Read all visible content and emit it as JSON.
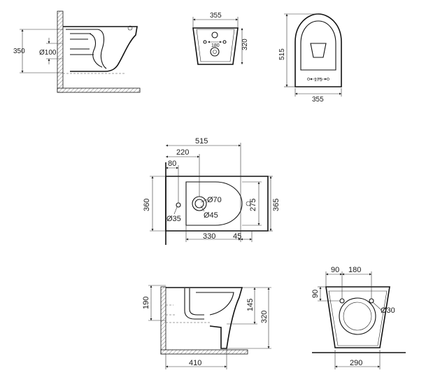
{
  "views": {
    "side_top": {
      "height": "350",
      "pipe": "Ø100"
    },
    "back": {
      "width": "355",
      "height": "320",
      "hole_spacing": "180"
    },
    "top": {
      "length": "515",
      "width": "355",
      "seat_holes": "175"
    },
    "plan": {
      "overall": "515",
      "to_tap": "220",
      "to_waste": "80",
      "overflow_dia": "Ø35",
      "tap_outer": "Ø70",
      "tap_inner": "Ø45",
      "depth": "330",
      "offset": "45",
      "width_total": "360",
      "width_outer": "365",
      "width_inner": "275"
    },
    "side_bottom": {
      "height_inner": "190",
      "height_rim": "145",
      "height_total": "320",
      "length": "410"
    },
    "rear_bottom": {
      "left_offset": "90",
      "spacing": "180",
      "vertical": "90",
      "hole_dia": "Ø30",
      "width": "290"
    }
  }
}
